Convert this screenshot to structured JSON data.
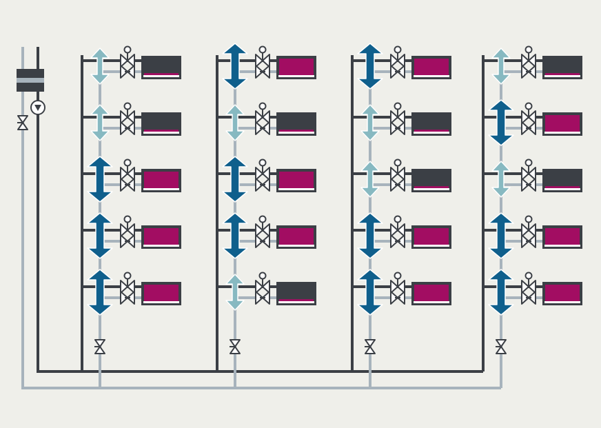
{
  "colors": {
    "background": "#efefea",
    "supply_pipe": "#3b3f45",
    "return_pipe": "#a7b3bc",
    "valve_stroke": "#3b3f45",
    "valve_fill": "#ffffff",
    "flow_high": "#0f5f8c",
    "flow_low": "#87b9c1",
    "radiator_body": "#3b3f45",
    "radiator_heat": "#a20d62",
    "radiator_base": "#ffffff",
    "header_body": "#3b3f45",
    "header_band": "#a7b3bc"
  },
  "icons": {
    "header": "distribution-header-icon",
    "pump": "circulation-pump-icon",
    "main_valve": "main-shutoff-valve-icon",
    "branch_valve": "thermostatic-valve-icon",
    "riser_valve": "riser-balancing-valve-icon",
    "radiator": "radiator-icon",
    "flow": "flow-arrow-icon"
  },
  "system": {
    "risers": [
      {
        "id": 1,
        "floors": [
          {
            "flow": "low",
            "radiator_heat": 0.12
          },
          {
            "flow": "low",
            "radiator_heat": 0.12
          },
          {
            "flow": "high",
            "radiator_heat": 1.0
          },
          {
            "flow": "high",
            "radiator_heat": 1.0
          },
          {
            "flow": "high",
            "radiator_heat": 1.0
          }
        ]
      },
      {
        "id": 2,
        "floors": [
          {
            "flow": "high",
            "radiator_heat": 1.0
          },
          {
            "flow": "low",
            "radiator_heat": 0.12
          },
          {
            "flow": "high",
            "radiator_heat": 1.0
          },
          {
            "flow": "high",
            "radiator_heat": 1.0
          },
          {
            "flow": "low",
            "radiator_heat": 0.12
          }
        ]
      },
      {
        "id": 3,
        "floors": [
          {
            "flow": "high",
            "radiator_heat": 1.0
          },
          {
            "flow": "low",
            "radiator_heat": 0.12
          },
          {
            "flow": "low",
            "radiator_heat": 0.12
          },
          {
            "flow": "high",
            "radiator_heat": 1.0
          },
          {
            "flow": "high",
            "radiator_heat": 1.0
          }
        ]
      },
      {
        "id": 4,
        "floors": [
          {
            "flow": "low",
            "radiator_heat": 0.12
          },
          {
            "flow": "high",
            "radiator_heat": 1.0
          },
          {
            "flow": "low",
            "radiator_heat": 0.12
          },
          {
            "flow": "high",
            "radiator_heat": 1.0
          },
          {
            "flow": "high",
            "radiator_heat": 1.0
          }
        ]
      }
    ]
  }
}
